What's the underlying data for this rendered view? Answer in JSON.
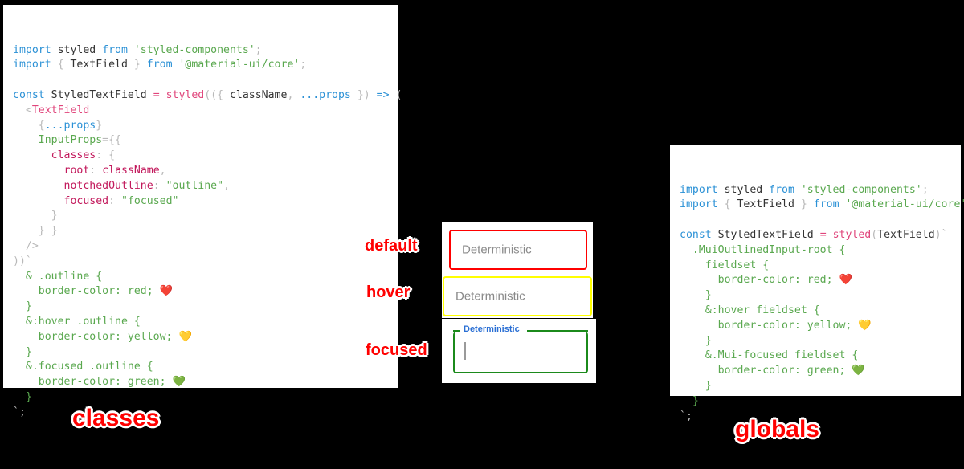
{
  "theme": {
    "background": "#000000",
    "panel_background": "#ffffff",
    "annotation_color": "#ff0000",
    "keyword_color": "#2b91d6",
    "string_color": "#5aa84f",
    "function_color": "#e0457b",
    "property_color": "#c2185b",
    "punctuation_color": "#b9b9b9"
  },
  "left_panel": {
    "caption": "classes",
    "lines": [
      [
        {
          "t": "import ",
          "c": "t-kw"
        },
        {
          "t": "styled ",
          "c": "t-id"
        },
        {
          "t": "from ",
          "c": "t-kw"
        },
        {
          "t": "'styled-components'",
          "c": "t-str"
        },
        {
          "t": ";",
          "c": "t-punct"
        }
      ],
      [
        {
          "t": "import ",
          "c": "t-kw"
        },
        {
          "t": "{ ",
          "c": "t-punct"
        },
        {
          "t": "TextField",
          "c": "t-id"
        },
        {
          "t": " } ",
          "c": "t-punct"
        },
        {
          "t": "from ",
          "c": "t-kw"
        },
        {
          "t": "'@material-ui/core'",
          "c": "t-str"
        },
        {
          "t": ";",
          "c": "t-punct"
        }
      ],
      [],
      [
        {
          "t": "const ",
          "c": "t-kw"
        },
        {
          "t": "StyledTextField ",
          "c": "t-id"
        },
        {
          "t": "= ",
          "c": "t-op"
        },
        {
          "t": "styled",
          "c": "t-fn"
        },
        {
          "t": "(({ ",
          "c": "t-punct"
        },
        {
          "t": "className",
          "c": "t-id"
        },
        {
          "t": ", ",
          "c": "t-punct"
        },
        {
          "t": "...props",
          "c": "t-var"
        },
        {
          "t": " }) ",
          "c": "t-punct"
        },
        {
          "t": "=> ",
          "c": "t-arrow"
        },
        {
          "t": "(",
          "c": "t-punct"
        }
      ],
      [
        {
          "t": "  <",
          "c": "t-punct"
        },
        {
          "t": "TextField",
          "c": "t-tag"
        }
      ],
      [
        {
          "t": "    {",
          "c": "t-punct"
        },
        {
          "t": "...props",
          "c": "t-var"
        },
        {
          "t": "}",
          "c": "t-punct"
        }
      ],
      [
        {
          "t": "    ",
          "c": "t-plain"
        },
        {
          "t": "InputProps",
          "c": "t-css"
        },
        {
          "t": "={{",
          "c": "t-punct"
        }
      ],
      [
        {
          "t": "      ",
          "c": "t-plain"
        },
        {
          "t": "classes",
          "c": "t-prop"
        },
        {
          "t": ": {",
          "c": "t-punct"
        }
      ],
      [
        {
          "t": "        ",
          "c": "t-plain"
        },
        {
          "t": "root",
          "c": "t-prop"
        },
        {
          "t": ": ",
          "c": "t-punct"
        },
        {
          "t": "className",
          "c": "t-prop"
        },
        {
          "t": ",",
          "c": "t-punct"
        }
      ],
      [
        {
          "t": "        ",
          "c": "t-plain"
        },
        {
          "t": "notchedOutline",
          "c": "t-prop"
        },
        {
          "t": ": ",
          "c": "t-punct"
        },
        {
          "t": "\"outline\"",
          "c": "t-str"
        },
        {
          "t": ",",
          "c": "t-punct"
        }
      ],
      [
        {
          "t": "        ",
          "c": "t-plain"
        },
        {
          "t": "focused",
          "c": "t-prop"
        },
        {
          "t": ": ",
          "c": "t-punct"
        },
        {
          "t": "\"focused\"",
          "c": "t-str"
        }
      ],
      [
        {
          "t": "      }",
          "c": "t-punct"
        }
      ],
      [
        {
          "t": "    } }",
          "c": "t-punct"
        }
      ],
      [
        {
          "t": "  />",
          "c": "t-punct"
        }
      ],
      [
        {
          "t": "))`",
          "c": "t-punct"
        }
      ],
      [
        {
          "t": "  & .outline {",
          "c": "t-css"
        }
      ],
      [
        {
          "t": "    border-color: red; ",
          "c": "t-css"
        },
        {
          "t": "❤️",
          "c": "emoji"
        }
      ],
      [
        {
          "t": "  }",
          "c": "t-css"
        }
      ],
      [
        {
          "t": "  &:hover .outline {",
          "c": "t-css"
        }
      ],
      [
        {
          "t": "    border-color: yellow; ",
          "c": "t-css"
        },
        {
          "t": "💛",
          "c": "emoji"
        }
      ],
      [
        {
          "t": "  }",
          "c": "t-css"
        }
      ],
      [
        {
          "t": "  &.focused .outline {",
          "c": "t-css"
        }
      ],
      [
        {
          "t": "    border-color: green; ",
          "c": "t-css"
        },
        {
          "t": "💚",
          "c": "emoji"
        }
      ],
      [
        {
          "t": "  }",
          "c": "t-css"
        }
      ],
      [
        {
          "t": "`;",
          "c": "t-punct"
        }
      ]
    ]
  },
  "right_panel": {
    "caption": "globals",
    "lines": [
      [
        {
          "t": "import ",
          "c": "t-kw"
        },
        {
          "t": "styled ",
          "c": "t-id"
        },
        {
          "t": "from ",
          "c": "t-kw"
        },
        {
          "t": "'styled-components'",
          "c": "t-str"
        },
        {
          "t": ";",
          "c": "t-punct"
        }
      ],
      [
        {
          "t": "import ",
          "c": "t-kw"
        },
        {
          "t": "{ ",
          "c": "t-punct"
        },
        {
          "t": "TextField",
          "c": "t-id"
        },
        {
          "t": " } ",
          "c": "t-punct"
        },
        {
          "t": "from ",
          "c": "t-kw"
        },
        {
          "t": "'@material-ui/core'",
          "c": "t-str"
        },
        {
          "t": ";",
          "c": "t-punct"
        }
      ],
      [],
      [
        {
          "t": "const ",
          "c": "t-kw"
        },
        {
          "t": "StyledTextField ",
          "c": "t-id"
        },
        {
          "t": "= ",
          "c": "t-op"
        },
        {
          "t": "styled",
          "c": "t-fn"
        },
        {
          "t": "(",
          "c": "t-punct"
        },
        {
          "t": "TextField",
          "c": "t-id"
        },
        {
          "t": ")`",
          "c": "t-punct"
        }
      ],
      [
        {
          "t": "  .MuiOutlinedInput-root {",
          "c": "t-css"
        }
      ],
      [
        {
          "t": "    fieldset {",
          "c": "t-css"
        }
      ],
      [
        {
          "t": "      border-color: red; ",
          "c": "t-css"
        },
        {
          "t": "❤️",
          "c": "emoji"
        }
      ],
      [
        {
          "t": "    }",
          "c": "t-css"
        }
      ],
      [
        {
          "t": "    &:hover fieldset {",
          "c": "t-css"
        }
      ],
      [
        {
          "t": "      border-color: yellow; ",
          "c": "t-css"
        },
        {
          "t": "💛",
          "c": "emoji"
        }
      ],
      [
        {
          "t": "    }",
          "c": "t-css"
        }
      ],
      [
        {
          "t": "    &.Mui-focused fieldset {",
          "c": "t-css"
        }
      ],
      [
        {
          "t": "      border-color: green; ",
          "c": "t-css"
        },
        {
          "t": "💚",
          "c": "emoji"
        }
      ],
      [
        {
          "t": "    }",
          "c": "t-css"
        }
      ],
      [
        {
          "t": "  }",
          "c": "t-css"
        }
      ],
      [
        {
          "t": "`;",
          "c": "t-punct"
        }
      ]
    ]
  },
  "demo": {
    "annotations": {
      "default": "default",
      "hover": "hover",
      "focused": "focused"
    },
    "fields": {
      "default": {
        "value": "Deterministic",
        "border_color": "#ff0000",
        "state": "default"
      },
      "hover": {
        "value": "Deterministic",
        "border_color": "#ffff00",
        "state": "hover"
      },
      "focused": {
        "label": "Deterministic",
        "value": "",
        "border_color": "#1b8a1b",
        "label_color": "#2a6fd4",
        "state": "focused"
      }
    }
  }
}
